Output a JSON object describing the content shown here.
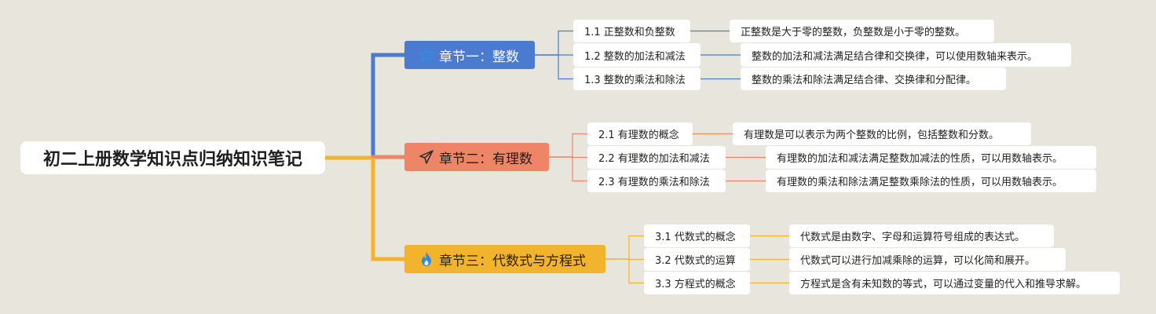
{
  "root": {
    "title": "初二上册数学知识点归纳知识笔记"
  },
  "colors": {
    "background": "#e8e5dc",
    "branch1": "#4a7bd0",
    "branch2": "#ef8567",
    "branch3": "#f2b42c"
  },
  "chapters": [
    {
      "title": "章节一：整数",
      "icon": "star-icon",
      "sections": [
        {
          "title": "1.1 正整数和负整数",
          "desc": "正整数是大于零的整数，负整数是小于零的整数。"
        },
        {
          "title": "1.2 整数的加法和减法",
          "desc": "整数的加法和减法满足结合律和交换律，可以使用数轴来表示。"
        },
        {
          "title": "1.3 整数的乘法和除法",
          "desc": "整数的乘法和除法满足结合律、交换律和分配律。"
        }
      ]
    },
    {
      "title": "章节二：有理数",
      "icon": "paper-plane-icon",
      "sections": [
        {
          "title": "2.1 有理数的概念",
          "desc": "有理数是可以表示为两个整数的比例，包括整数和分数。"
        },
        {
          "title": "2.2 有理数的加法和减法",
          "desc": "有理数的加法和减法满足整数加减法的性质，可以用数轴表示。"
        },
        {
          "title": "2.3 有理数的乘法和除法",
          "desc": "有理数的乘法和除法满足整数乘除法的性质，可以用数轴表示。"
        }
      ]
    },
    {
      "title": "章节三：代数式与方程式",
      "icon": "flame-icon",
      "sections": [
        {
          "title": "3.1 代数式的概念",
          "desc": "代数式是由数字、字母和运算符号组成的表达式。"
        },
        {
          "title": "3.2 代数式的运算",
          "desc": "代数式可以进行加减乘除的运算，可以化简和展开。"
        },
        {
          "title": "3.3 方程式的概念",
          "desc": "方程式是含有未知数的等式，可以通过变量的代入和推导求解。"
        }
      ]
    }
  ]
}
